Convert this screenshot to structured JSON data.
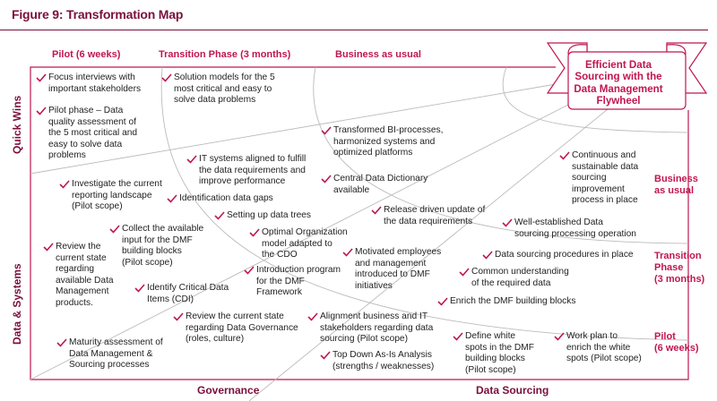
{
  "figure": {
    "title": "Figure 9: Transformation Map"
  },
  "colors": {
    "title": "#7a0f3c",
    "accent": "#c0164f",
    "grid_line": "#bbbbbb",
    "frame": "#c0164f",
    "text": "#222222"
  },
  "columns": [
    {
      "label": "Pilot (6 weeks)"
    },
    {
      "label": "Transition Phase (3 months)"
    },
    {
      "label": "Business as usual"
    }
  ],
  "rows": [
    {
      "label": "Business\nas usual"
    },
    {
      "label": "Transition\nPhase\n(3 months)"
    },
    {
      "label": "Pilot\n(6 weeks)"
    }
  ],
  "axes": {
    "left_top": "Quick Wins",
    "left_bottom": "Data & Systems",
    "bottom_left": "Governance",
    "bottom_right": "Data Sourcing"
  },
  "banner": {
    "text": "Efficient Data\nSourcing with the\nData Management\nFlywheel"
  },
  "items": [
    {
      "text": "Focus interviews with\nimportant stakeholders"
    },
    {
      "text": "Pilot phase – Data\nquality assessment of\nthe 5 most critical and\neasy to solve data\nproblems"
    },
    {
      "text": "Solution models for the 5\nmost critical and easy to\nsolve data problems"
    },
    {
      "text": "Transformed BI-processes,\nharmonized systems and\noptimized platforms"
    },
    {
      "text": "IT systems aligned to fulfill\nthe data requirements and\nimprove performance"
    },
    {
      "text": "Central Data Dictionary\navailable"
    },
    {
      "text": "Investigate the current\nreporting landscape\n(Pilot scope)"
    },
    {
      "text": "Identification data gaps"
    },
    {
      "text": "Setting up data trees"
    },
    {
      "text": "Release driven update of\nthe data requirements"
    },
    {
      "text": "Continuous and\nsustainable data\nsourcing\nimprovement\nprocess in place"
    },
    {
      "text": "Well-established Data\nsourcing processing operation"
    },
    {
      "text": "Collect the available\ninput for the DMF\nbuilding blocks\n(Pilot scope)"
    },
    {
      "text": "Review the\ncurrent state\nregarding\navailable Data\nManagement\nproducts."
    },
    {
      "text": "Optimal Organization\nmodel adapted to\nthe CDO"
    },
    {
      "text": "Motivated employees\nand management\nintroduced  to DMF\ninitiatives"
    },
    {
      "text": "Data sourcing procedures in place"
    },
    {
      "text": "Introduction program\nfor the DMF\nFramework"
    },
    {
      "text": "Identify Critical Data\nItems (CDI)"
    },
    {
      "text": "Common understanding\nof the required data"
    },
    {
      "text": "Enrich the DMF building blocks"
    },
    {
      "text": "Review the current state\nregarding Data Governance\n(roles, culture)"
    },
    {
      "text": "Alignment business and IT\nstakeholders regarding data\nsourcing (Pilot scope)"
    },
    {
      "text": "Maturity assessment of\nData Management &\nSourcing processes"
    },
    {
      "text": "Define white\nspots in the DMF\nbuilding blocks\n(Pilot scope)"
    },
    {
      "text": "Work plan to\nenrich the white\nspots (Pilot scope)"
    },
    {
      "text": "Top Down As-Is Analysis\n(strengths / weaknesses)"
    }
  ]
}
